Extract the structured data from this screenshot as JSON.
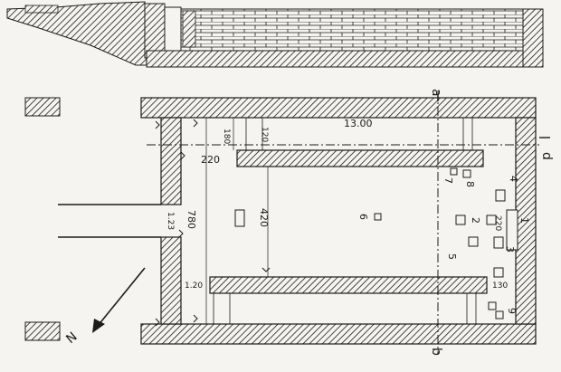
{
  "section_labels": {
    "a_top": "a",
    "b_bottom": "b",
    "d_right": "d"
  },
  "dimensions": {
    "length_top": "13.00",
    "d_180": "180",
    "d_120": "120",
    "d_220_left": "220",
    "d_780": "780",
    "d_420": "420",
    "d_123": "1.23",
    "d_120_left": "1.20",
    "d_130": "130",
    "d_220_right": "220"
  },
  "object_numbers": {
    "n1": "1",
    "n2": "2",
    "n3": "3",
    "n4": "4",
    "n5": "5",
    "n6": "6",
    "n7": "7",
    "n8": "8",
    "n9": "9"
  },
  "north_label": "N",
  "colors": {
    "ink": "#1b1b1b",
    "paper": "#f5f4f0"
  }
}
